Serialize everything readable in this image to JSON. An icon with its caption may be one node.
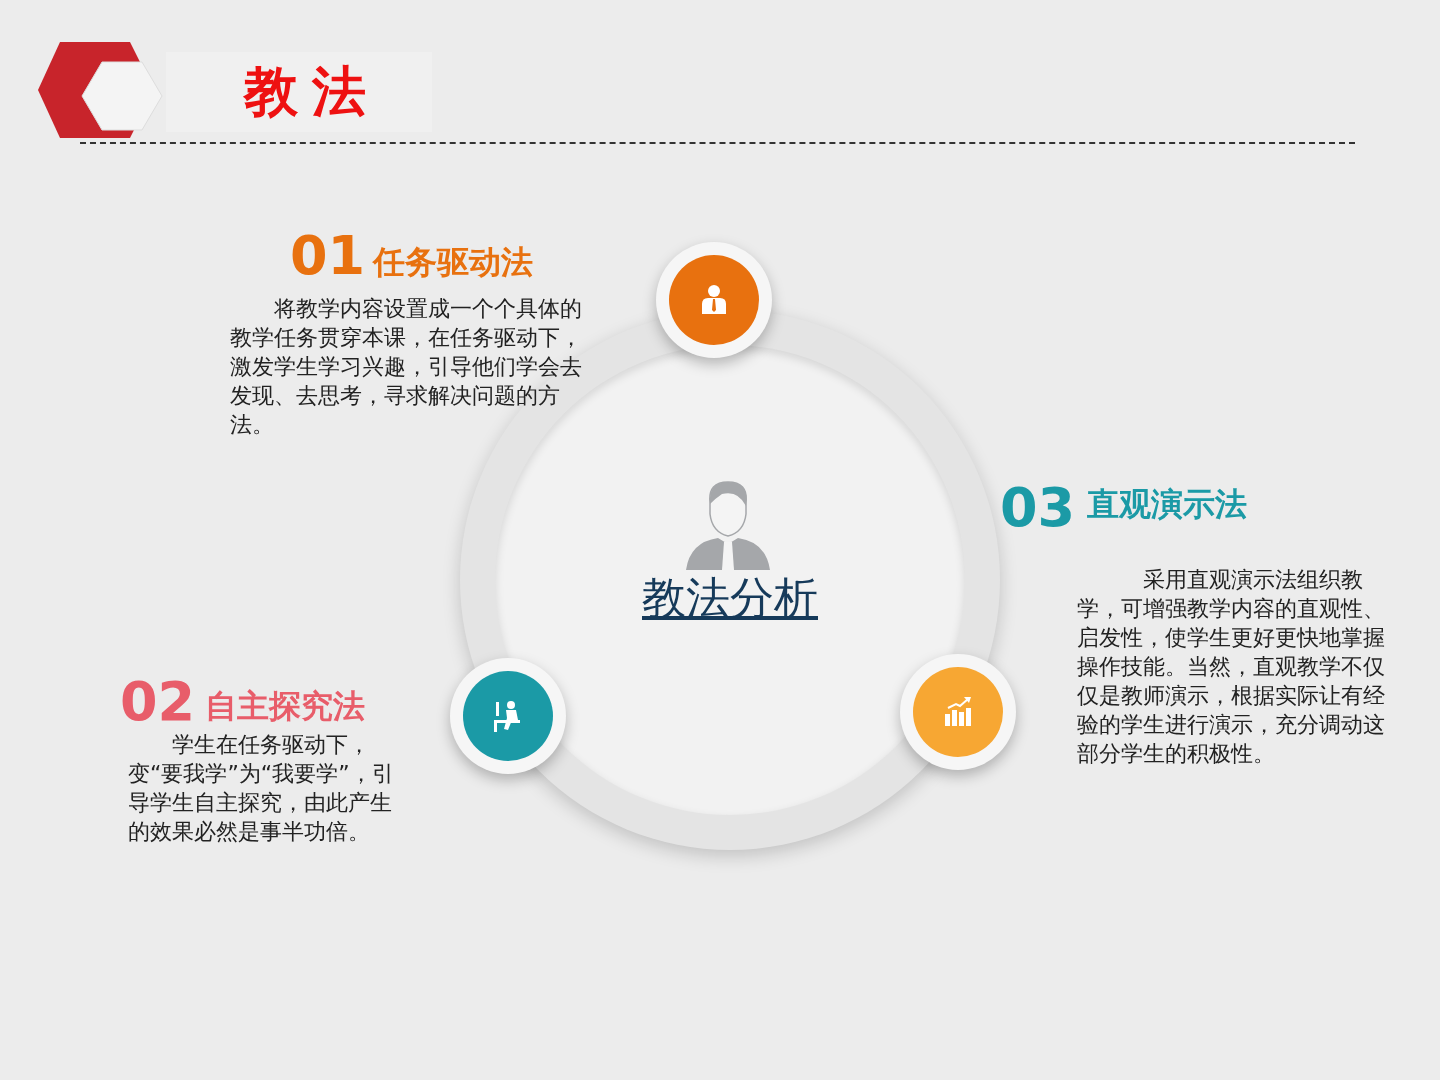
{
  "diagram": {
    "title": "教法",
    "nodes": [
      {
        "text": [],
        "shape": "circle"
      },
      {
        "text": [
          "教法分析"
        ]
      },
      {
        "text": [],
        "shape": "circle"
      },
      {
        "text": [],
        "shape": "circle"
      }
    ],
    "edges": [],
    "labels": [
      "01",
      "任务驱动法",
      "将教学内容设置成一个个具体的教学任务贯穿本课，在任务驱动下，激发学生学习兴趣，引导他们学会去发现、去思考，寻求解决问题的方法。",
      "02",
      "自主探究法",
      "学生在任务驱动下，变“要我学”为“我要学”，引导学生自主探究，由此产生的效果必然是事半功倍。",
      "03",
      "直观演示法",
      "采用直观演示法组织教学，可增强教学内容的直观性、启发性，使学生更好更快地掌握操作技能。当然，直观教学不仅仅是教师演示，根据实际让有经验的学生进行演示，充分调动这部分学生的积极性。"
    ]
  }
}
